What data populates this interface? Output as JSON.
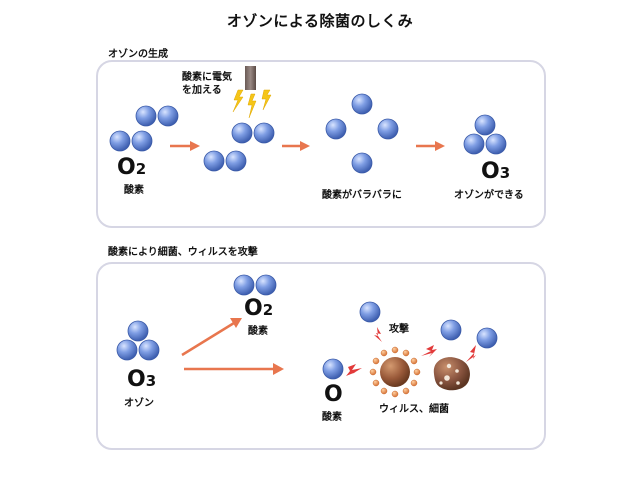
{
  "title": "オゾンによる除菌のしくみ",
  "section1": {
    "heading": "オゾンの生成",
    "energy_label_line1": "酸素に電気",
    "energy_label_line2": "を加える",
    "o2_formula_main": "O",
    "o2_formula_sub": "2",
    "o2_caption": "酸素",
    "scatter_caption": "酸素がバラバラに",
    "o3_formula_main": "O",
    "o3_formula_sub": "3",
    "o3_caption": "オゾンができる"
  },
  "section2": {
    "heading": "酸素により細菌、ウィルスを攻撃",
    "o3_formula_main": "O",
    "o3_formula_sub": "3",
    "o3_caption": "オゾン",
    "o2_formula_main": "O",
    "o2_formula_sub": "2",
    "o2_caption": "酸素",
    "o_formula": "O",
    "o_caption": "酸素",
    "attack_label": "攻撃",
    "target_caption": "ウィルス、細菌"
  },
  "colors": {
    "atom_fill": "#6f8fd8",
    "atom_stroke": "#3a5aa8",
    "arrow": "#e8764e",
    "panel_border": "#d6d6e4",
    "lightning": "#f5c518",
    "spark": "#e23a3a",
    "virus_body": "#9a5a3a",
    "virus_spike": "#e08a4a",
    "bacteria_body": "#8a5540"
  }
}
